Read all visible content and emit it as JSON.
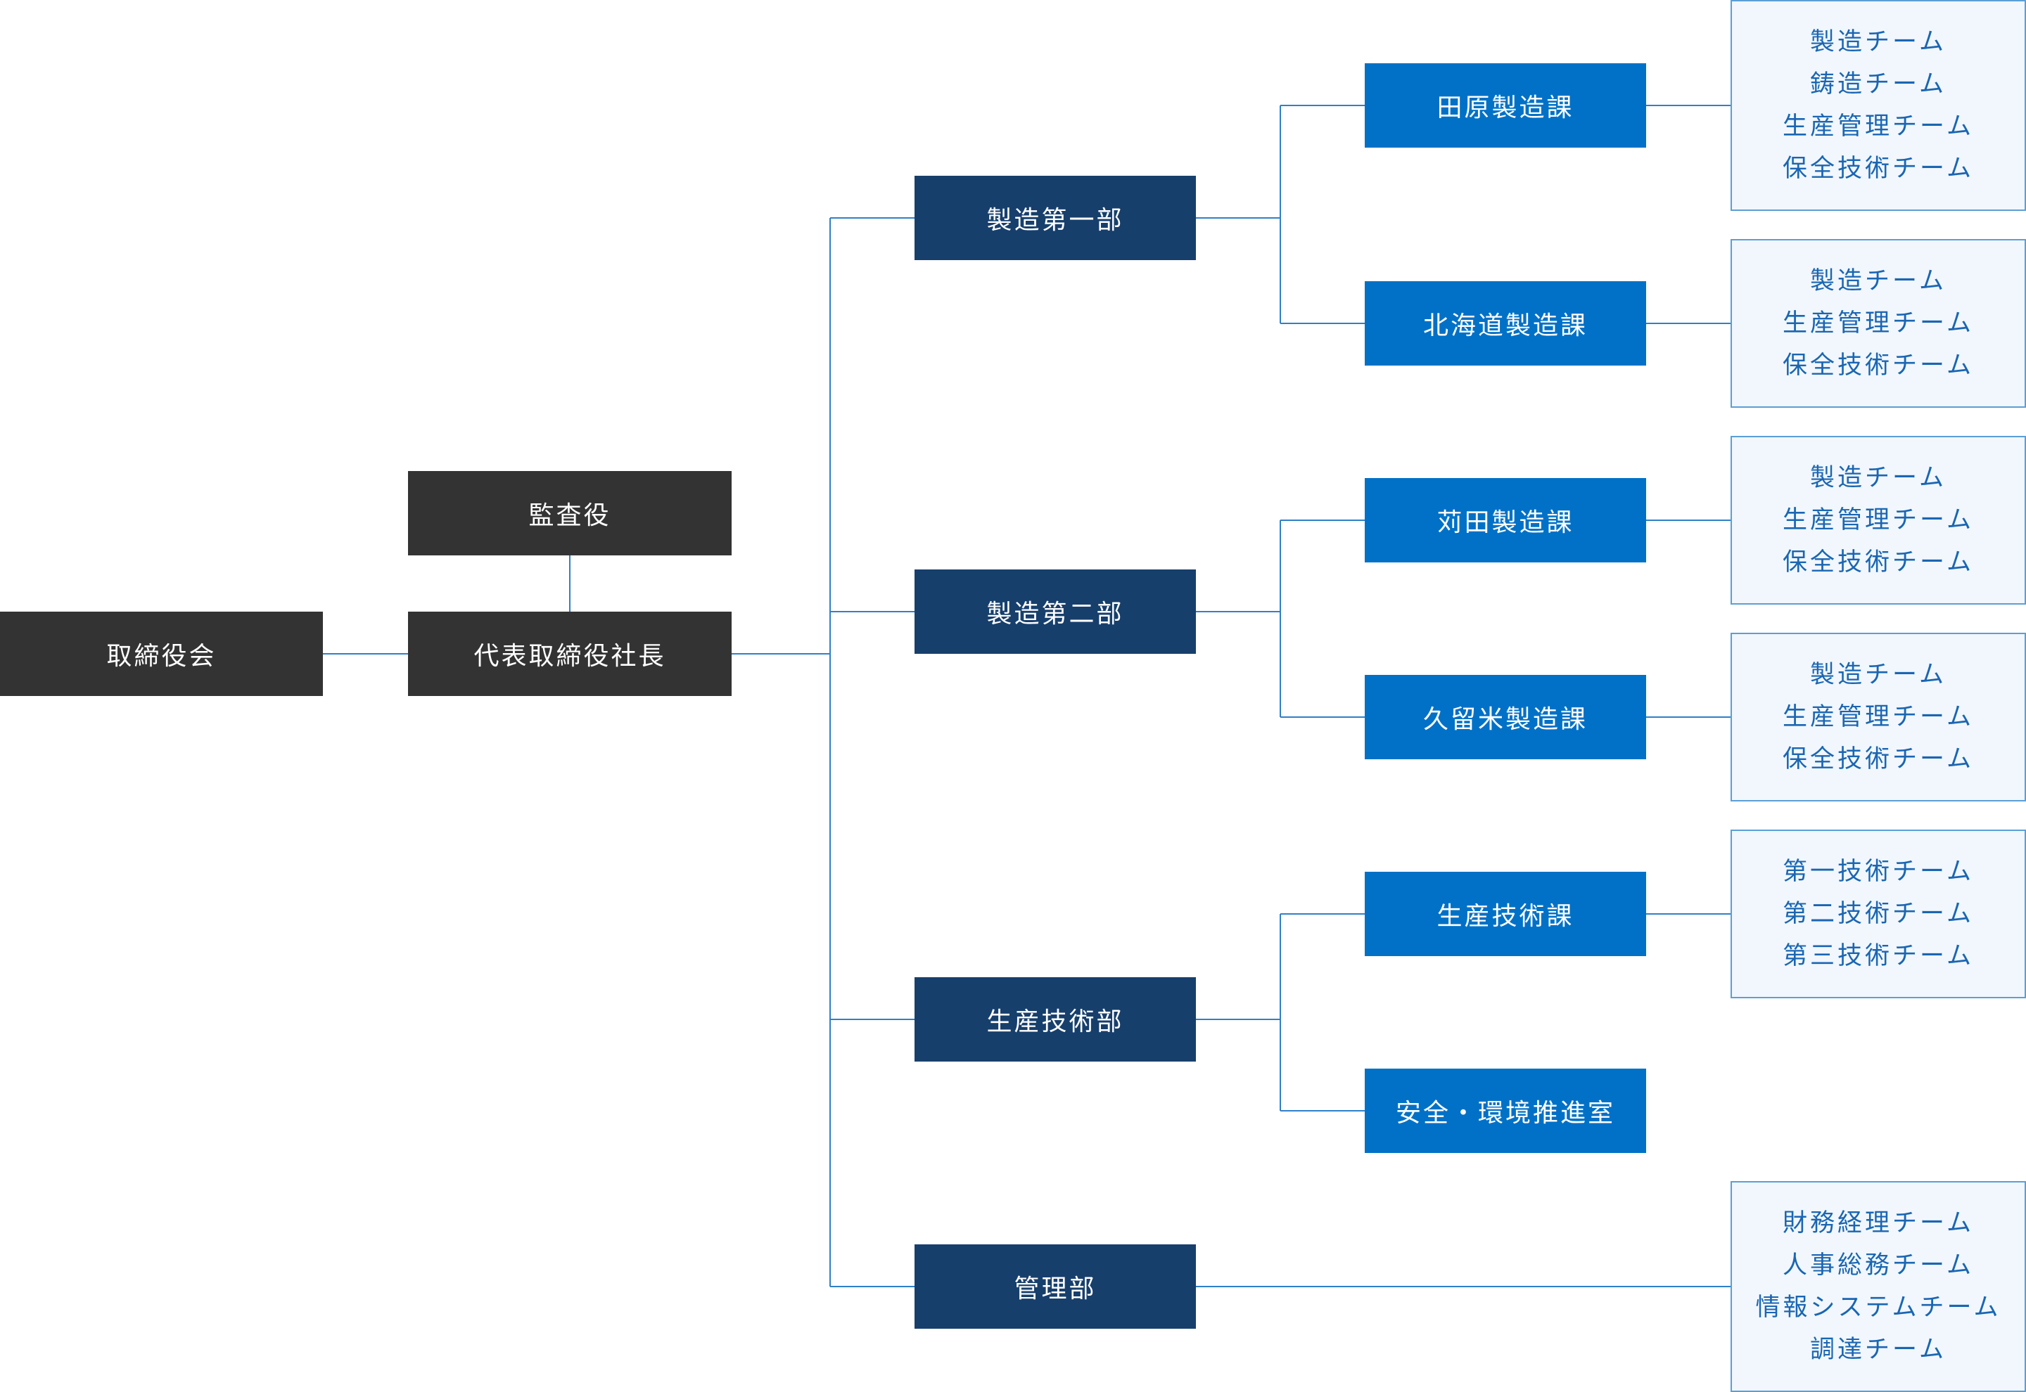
{
  "board": "取締役会",
  "auditor": "監査役",
  "president": "代表取締役社長",
  "colors": {
    "executive": "#333333",
    "department": "#173f6c",
    "section": "#0071c7",
    "team_bg": "#f1f7fc",
    "team_text": "#1a66b3",
    "connector": "#2f80c8"
  },
  "departments": [
    {
      "name": "製造第一部",
      "sections": [
        {
          "name": "田原製造課",
          "teams": [
            "製造チーム",
            "鋳造チーム",
            "生産管理チーム",
            "保全技術チーム"
          ]
        },
        {
          "name": "北海道製造課",
          "teams": [
            "製造チーム",
            "生産管理チーム",
            "保全技術チーム"
          ]
        }
      ]
    },
    {
      "name": "製造第二部",
      "sections": [
        {
          "name": "苅田製造課",
          "teams": [
            "製造チーム",
            "生産管理チーム",
            "保全技術チーム"
          ]
        },
        {
          "name": "久留米製造課",
          "teams": [
            "製造チーム",
            "生産管理チーム",
            "保全技術チーム"
          ]
        }
      ]
    },
    {
      "name": "生産技術部",
      "sections": [
        {
          "name": "生産技術課",
          "teams": [
            "第一技術チーム",
            "第二技術チーム",
            "第三技術チーム"
          ]
        },
        {
          "name": "安全・環境推進室",
          "teams": []
        }
      ]
    },
    {
      "name": "管理部",
      "sections": [],
      "teams": [
        "財務経理チーム",
        "人事総務チーム",
        "情報システムチーム",
        "調達チーム"
      ]
    }
  ]
}
